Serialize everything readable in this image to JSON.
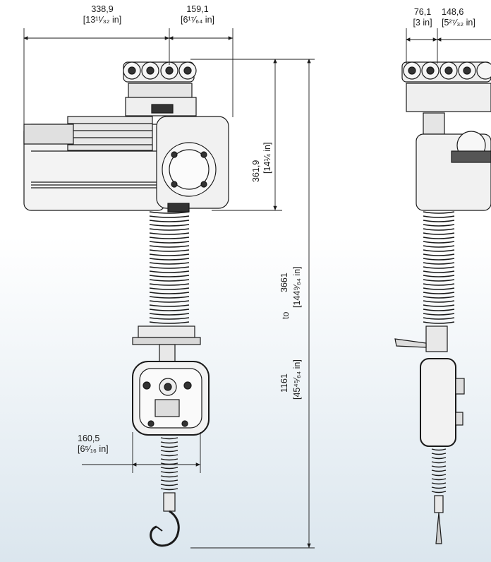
{
  "dimensions": {
    "width_top": {
      "mm": "338,9",
      "inch": "[13¹¹⁄₃₂ in]"
    },
    "offset_top": {
      "mm": "159,1",
      "inch": "[6¹⁷⁄₆₄ in]"
    },
    "height_body": {
      "mm": "361,9",
      "inch": "[14¼ in]"
    },
    "height_total_min": {
      "mm": "1161",
      "inch": "[45⁴⁵⁄₆₄ in]"
    },
    "range_word": "to",
    "height_total_max": {
      "mm": "3661",
      "inch": "[144⁹⁄₆₄ in]"
    },
    "handle_width": {
      "mm": "160,5",
      "inch": "[6⁵⁄₁₆ in]"
    },
    "side_offset": {
      "mm": "76,1",
      "inch": "[3 in]"
    },
    "side_width": {
      "mm": "148,6",
      "inch": "[5²⁷⁄₃₂ in]"
    }
  },
  "colors": {
    "background_top": "#ffffff",
    "background_bottom": "#dde7ef",
    "line": "#1a1a1a",
    "body_fill": "#f4f4f4"
  }
}
